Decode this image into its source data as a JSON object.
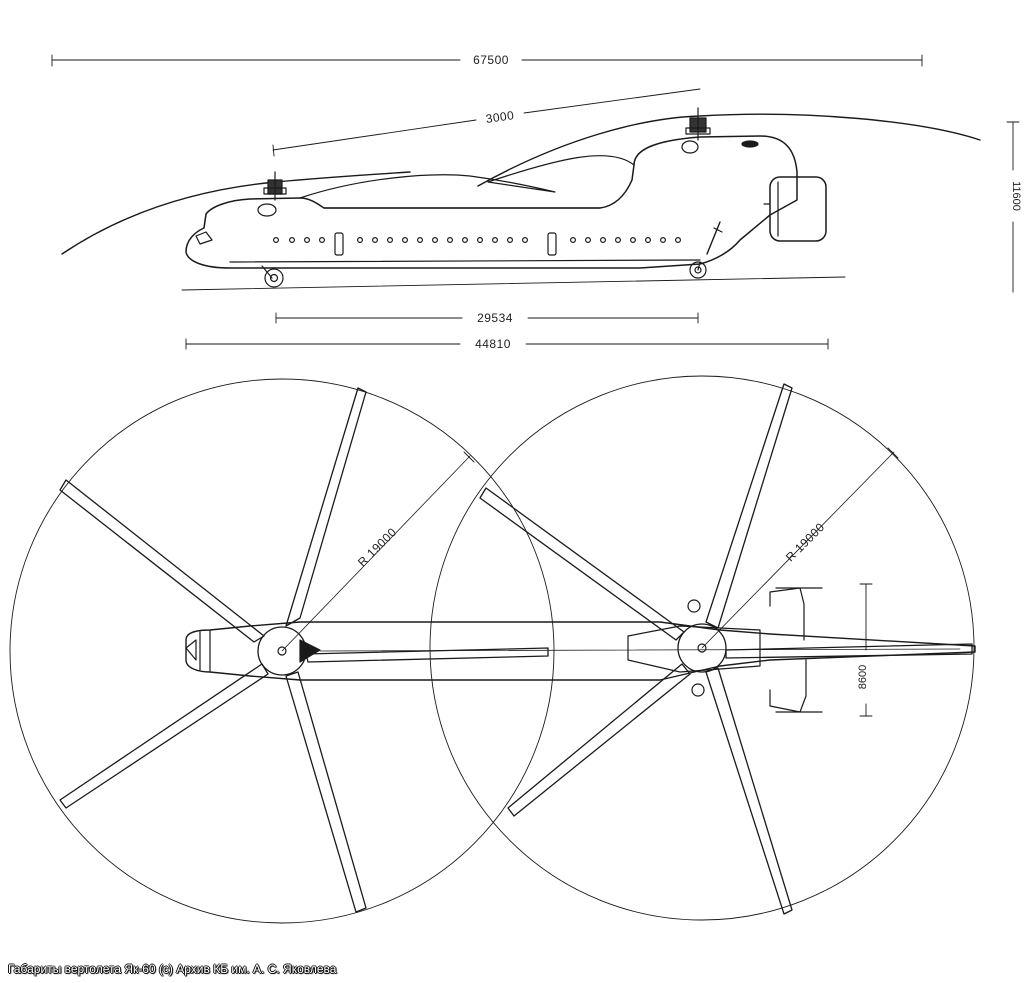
{
  "dimensions": {
    "overall_length": "67500",
    "rotor_spacing": "3000",
    "height": "11600",
    "wheelbase": "29534",
    "fuselage_length": "44810",
    "rotor_radius_front": "R 19000",
    "rotor_radius_rear": "R 19000",
    "tail_span": "8600"
  },
  "caption": "Габариты вертолета Як-60 (с) Архив КБ им. А. С. Яковлева",
  "colors": {
    "line": "#1a1a1a",
    "background": "#ffffff"
  }
}
